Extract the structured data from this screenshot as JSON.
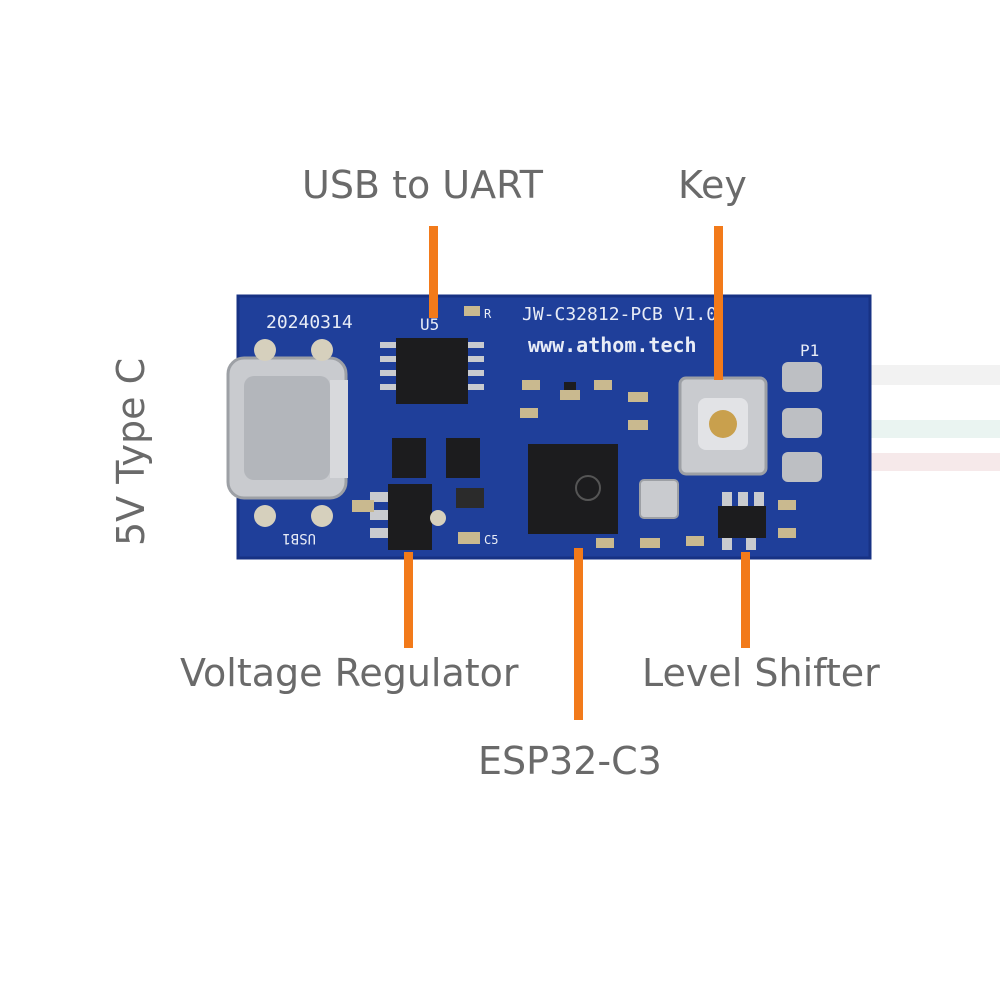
{
  "colors": {
    "pcb": "#1f3f9a",
    "pcb_dark": "#173284",
    "silk": "#e8ecf6",
    "leader": "#f27a1a",
    "text": "#6a6a6a",
    "chip": "#1c1c1e",
    "metal": "#c9cbcf",
    "pad": "#d6d0bd"
  },
  "labels": {
    "usb_to_uart": "USB to UART",
    "key": "Key",
    "type_c": "5V  Type C",
    "voltage_regulator": "Voltage Regulator",
    "level_shifter": "Level Shifter",
    "esp32": "ESP32-C3"
  },
  "silkscreen": {
    "date": "20240314",
    "board_id": "JW-C32812-PCB V1.0",
    "website": "www.athom.tech",
    "u5": "U5",
    "usb1": "USB1",
    "p1": "P1",
    "r": "R",
    "c5": "C5"
  }
}
